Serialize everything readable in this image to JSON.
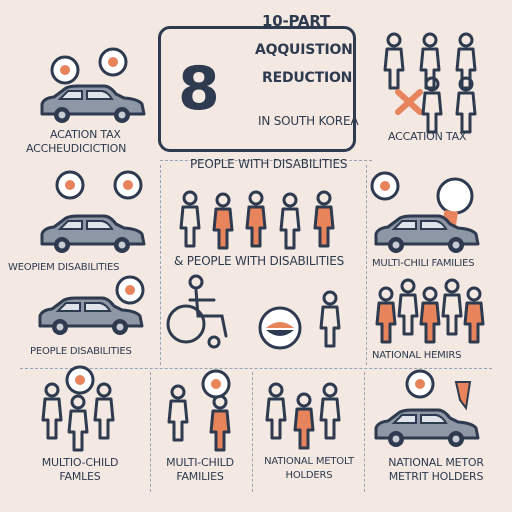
{
  "header": {
    "number": "8",
    "part": "10-PART",
    "line1": "AQQUISTION",
    "line2": "REDUCTION",
    "location": "IN SOUTH KOREA"
  },
  "labels": {
    "top_left": [
      "ACATION TAX",
      "ACCHEUDICICTION"
    ],
    "top_right": "ACCATION TAX",
    "mid_title": "PEOPLE WITH DISABILITIES",
    "mid_left": "WEOPIEM DISABILITIES",
    "mid_center": "& PEOPLE WITH DISABILITIES",
    "mid_right": "MULTI-CHILI FAMILIES",
    "low_left": "PEOPLE DISABILITIES",
    "low_right": "NATIONAL HEMIRS",
    "bottom_1": [
      "MULTIO-CHILD",
      "FAMLES"
    ],
    "bottom_2": [
      "MULTI-CHILD",
      "FAMILIES"
    ],
    "bottom_3": [
      "NATIONAL METOLT",
      "HOLDERS"
    ],
    "bottom_4": [
      "NATIONAL METOR",
      "METRIT HOLDERS"
    ]
  },
  "colors": {
    "navy": "#2e3a4f",
    "accent": "#e8845c",
    "grey_car": "#8e97a6",
    "background": "#f3e9e2"
  },
  "icons": [
    "car-icon",
    "person-icon",
    "family-icon",
    "wheelchair-icon",
    "badge-icon",
    "medal-icon",
    "coin-icon"
  ]
}
